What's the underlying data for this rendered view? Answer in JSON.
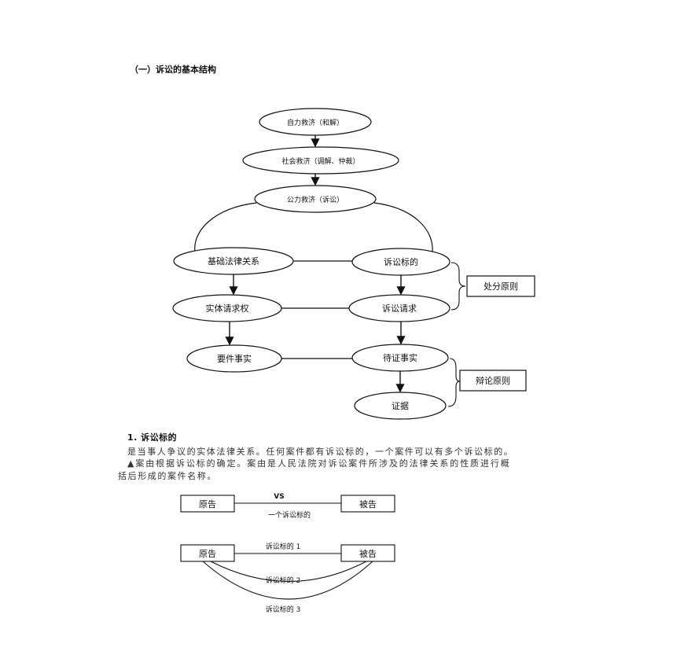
{
  "section_title": "（一）诉讼的基本结构",
  "flow": {
    "self_relief": "自力救济（和解）",
    "social_relief": "社会救济（调解、仲裁）",
    "public_relief": "公力救济（诉讼）",
    "basic_legal_relation": "基础法律关系",
    "subject_matter": "诉讼标的",
    "substantive_claim": "实体请求权",
    "litigation_claim": "诉讼请求",
    "element_facts": "要件事实",
    "facts_to_prove": "待证事实",
    "evidence": "证据",
    "disposition_principle": "处分原则",
    "debate_principle": "辩论原则"
  },
  "subsection": {
    "heading": "1. 诉讼标的",
    "para1": "是当事人争议的实体法律关系。任何案件都有诉讼标的，一个案件可以有多个诉讼标的。",
    "para2a": "▲案由根据诉讼标的确定。案由是人民法院对诉讼案件所涉及的法律关系的性质进行概",
    "para2b": "括后形成的案件名称。"
  },
  "diagram_one": {
    "plaintiff": "原告",
    "defendant": "被告",
    "vs": "VS",
    "caption": "一个诉讼标的"
  },
  "diagram_many": {
    "plaintiff": "原告",
    "defendant": "被告",
    "label1": "诉讼标的 1",
    "label2": "诉讼标的 2",
    "label3": "诉讼标的 3"
  }
}
